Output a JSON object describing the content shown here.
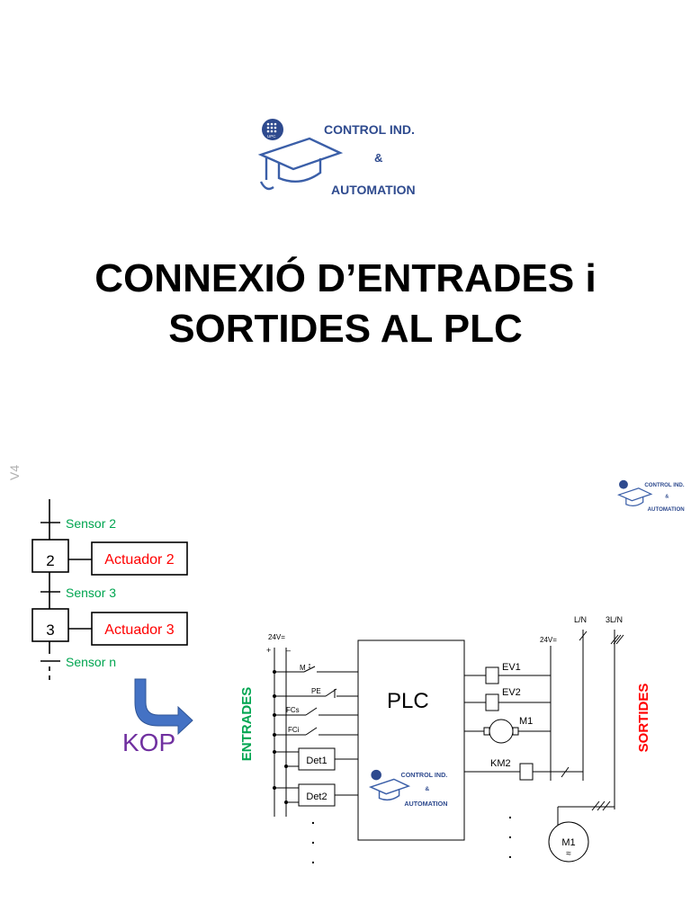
{
  "logo": {
    "line1": "CONTROL IND.",
    "line2": "&",
    "line3": "AUTOMATION",
    "badge": "UPC"
  },
  "title": {
    "line1": "CONNEXIÓ D’ENTRADES i",
    "line2": "SORTIDES AL PLC"
  },
  "version": "V4",
  "grafcet": {
    "transitions": [
      "Sensor 2",
      "Sensor 3",
      "Sensor n"
    ],
    "steps": [
      {
        "number": "2",
        "action": "Actuador 2"
      },
      {
        "number": "3",
        "action": "Actuador 3"
      }
    ],
    "kop_label": "KOP",
    "colors": {
      "transition": "#00a550",
      "action": "#ff0000",
      "kop": "#7030a0",
      "arrow": "#4472c4"
    }
  },
  "diagram": {
    "supply_left": "24V=",
    "plus": "+",
    "minus": "–",
    "inputs": [
      "M",
      "PE",
      "FCs",
      "FCi"
    ],
    "detectors": [
      "Det1",
      "Det2"
    ],
    "plc_label": "PLC",
    "supply_right": "24V=",
    "outputs": [
      "EV1",
      "EV2",
      "M1",
      "KM2"
    ],
    "line_ln": "L/N",
    "line_3ln": "3L/N",
    "motor_label": "M1",
    "motor_symbol": "≈",
    "entrades_label": "ENTRADES",
    "sortides_label": "SORTIDES",
    "dots": ".",
    "colors": {
      "entrades": "#00a550",
      "sortides": "#ff0000"
    }
  }
}
